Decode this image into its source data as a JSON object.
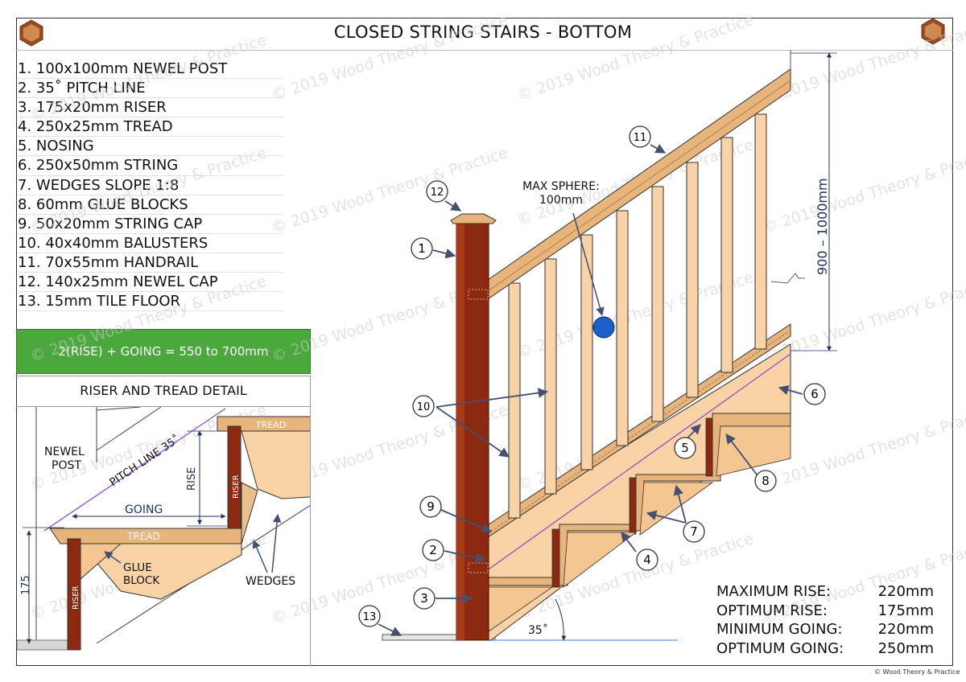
{
  "title": "CLOSED STRING STAIRS - BOTTOM",
  "parts": [
    "1. 100x100mm NEWEL POST",
    "2. 35˚ PITCH LINE",
    "3. 175x20mm RISER",
    "4. 250x25mm TREAD",
    "5. NOSING",
    "6. 250x50mm STRING",
    "7. WEDGES SLOPE 1:8",
    "8. 60mm GLUE BLOCKS",
    "9. 50x20mm STRING CAP",
    "10. 40x40mm BALUSTERS",
    "11. 70x55mm HANDRAIL",
    "12. 140x25mm NEWEL CAP",
    "13. 15mm TILE FLOOR"
  ],
  "formula": "2(RISE) + GOING = 550 to 700mm",
  "detail": {
    "title": "RISER AND TREAD DETAIL",
    "newel_post": "NEWEL POST",
    "newel_line1": "NEWEL",
    "newel_line2": "POST",
    "pitch_line": "PITCH LINE 35˚",
    "rise": "RISE",
    "going": "GOING",
    "tread": "TREAD",
    "riser": "RISER",
    "glue_line1": "GLUE",
    "glue_line2": "BLOCK",
    "wedges": "WEDGES",
    "dim_175": "175"
  },
  "main": {
    "max_sphere_line1": "MAX SPHERE:",
    "max_sphere_line2": "100mm",
    "height_dim": "900 – 1000mm",
    "angle": "35˚",
    "callouts": [
      "1",
      "2",
      "3",
      "4",
      "5",
      "6",
      "7",
      "8",
      "9",
      "10",
      "11",
      "12",
      "13"
    ]
  },
  "specs": [
    {
      "label": "MAXIMUM RISE:",
      "value": "220mm"
    },
    {
      "label": "OPTIMUM RISE:",
      "value": "175mm"
    },
    {
      "label": "MINIMUM GOING:",
      "value": "220mm"
    },
    {
      "label": "OPTIMUM GOING:",
      "value": "250mm"
    }
  ],
  "watermark": "© 2019 Wood Theory & Practice",
  "copyright": "© Wood Theory & Practice",
  "colors": {
    "timber": "#f9d2a6",
    "timber_dark": "#c8955e",
    "handrail": "#e7b57b",
    "newel": "#8b2a10",
    "green": "#4aa83c",
    "sphere": "#1e5ec8",
    "pitch": "#8a44c4",
    "dimension": "#23305a"
  }
}
